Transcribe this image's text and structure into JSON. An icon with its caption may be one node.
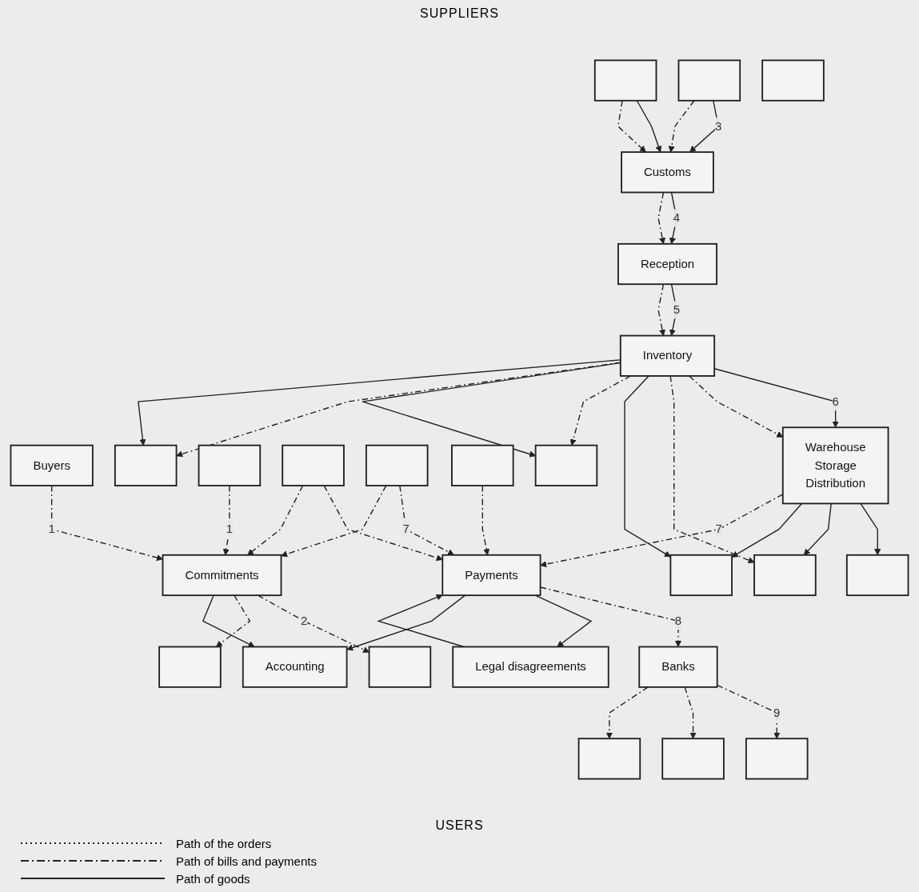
{
  "diagram": {
    "nodes": [
      {
        "text": [],
        "shape": "box"
      },
      {
        "text": [],
        "shape": "box"
      },
      {
        "text": [],
        "shape": "box"
      },
      {
        "text": [],
        "shape": "box"
      },
      {
        "text": [],
        "shape": "box"
      },
      {
        "text": [],
        "shape": "box"
      },
      {
        "text": [],
        "shape": "box"
      },
      {
        "text": [],
        "shape": "box"
      },
      {
        "text": [
          "Customs"
        ]
      },
      {
        "text": [
          "Reception"
        ]
      },
      {
        "text": [
          "Inventory"
        ]
      },
      {
        "text": [
          "Banks"
        ]
      },
      {
        "text": [
          "Legal disagreements"
        ]
      },
      {
        "text": [
          "Payments"
        ]
      },
      {
        "text": [
          "Accounting"
        ]
      },
      {
        "text": [
          "Commitments"
        ]
      },
      {
        "text": [
          "Buyers"
        ]
      },
      {
        "text": [
          "Warehouse",
          "Storage",
          "Distribution"
        ]
      },
      {
        "text": [],
        "shape": "box"
      },
      {
        "text": [],
        "shape": "box"
      },
      {
        "text": [],
        "shape": "box"
      },
      {
        "text": [],
        "shape": "box"
      },
      {
        "text": [],
        "shape": "box"
      },
      {
        "text": [],
        "shape": "box"
      },
      {
        "text": [],
        "shape": "box"
      },
      {
        "text": [],
        "shape": "box"
      },
      {
        "text": [],
        "shape": "box"
      }
    ],
    "edges": [
      {
        "from": 5,
        "to": 8,
        "arrow": "to",
        "label": "3"
      },
      {
        "from": 5,
        "to": 8,
        "arrow": "to",
        "style": "dashed"
      },
      {
        "from": 6,
        "to": 8,
        "arrow": "to"
      },
      {
        "from": 6,
        "to": 8,
        "arrow": "to",
        "style": "dashed"
      },
      {
        "from": 8,
        "to": 9,
        "arrow": "to",
        "label": "4"
      },
      {
        "from": 8,
        "to": 9,
        "arrow": "to",
        "style": "dashed"
      },
      {
        "from": 9,
        "to": 10,
        "arrow": "to",
        "label": "5"
      },
      {
        "from": 9,
        "to": 10,
        "arrow": "to",
        "style": "dashed"
      },
      {
        "from": 10,
        "to": 17,
        "arrow": "to",
        "label": "6"
      },
      {
        "from": 10,
        "to": 17,
        "arrow": "to",
        "style": "dashed"
      },
      {
        "from": 10,
        "to": 23,
        "arrow": "to",
        "style": "dashed"
      },
      {
        "from": 10,
        "to": 24,
        "arrow": "to"
      },
      {
        "from": 10,
        "to": 25,
        "arrow": "to",
        "style": "dashed"
      },
      {
        "from": 10,
        "to": 25,
        "arrow": "to"
      },
      {
        "from": 10,
        "to": 26,
        "arrow": "to",
        "style": "dashed"
      },
      {
        "from": 10,
        "to": 26,
        "arrow": "to"
      },
      {
        "from": 17,
        "to": 22,
        "arrow": "to"
      },
      {
        "from": 17,
        "to": 23,
        "arrow": "to"
      },
      {
        "from": 17,
        "to": 24,
        "arrow": "to"
      },
      {
        "from": 17,
        "to": 13,
        "arrow": "to",
        "style": "dashed",
        "label": "7"
      },
      {
        "from": 16,
        "to": 15,
        "arrow": "to",
        "style": "dashed",
        "label": "1"
      },
      {
        "from": 19,
        "to": 13,
        "arrow": "to",
        "style": "dashed"
      },
      {
        "from": 20,
        "to": 13,
        "arrow": "to",
        "style": "dashed",
        "label": "7"
      },
      {
        "from": 21,
        "to": 13,
        "arrow": "to",
        "style": "dashed"
      },
      {
        "from": 18,
        "to": 15,
        "arrow": "to",
        "style": "dashed",
        "label": "1"
      },
      {
        "from": 19,
        "to": 15,
        "arrow": "to",
        "style": "dashed"
      },
      {
        "from": 20,
        "to": 15,
        "arrow": "to",
        "style": "dashed"
      },
      {
        "from": 15,
        "to": 0,
        "arrow": "to",
        "style": "dashed",
        "label": "2"
      },
      {
        "from": 15,
        "to": 1,
        "arrow": "to",
        "style": "dashed"
      },
      {
        "from": 13,
        "to": 11,
        "arrow": "to",
        "style": "dashed",
        "label": "8"
      },
      {
        "from": 11,
        "to": 2,
        "arrow": "to",
        "style": "dashed",
        "label": "9"
      },
      {
        "from": 11,
        "to": 3,
        "arrow": "to",
        "style": "dashed"
      },
      {
        "from": 11,
        "to": 4,
        "arrow": "to",
        "style": "dashed"
      },
      {
        "from": 13,
        "to": 12,
        "arrow": "to"
      },
      {
        "from": 12,
        "to": 13,
        "arrow": "to"
      },
      {
        "from": 13,
        "to": 14,
        "arrow": "to"
      },
      {
        "from": 15,
        "to": 14,
        "arrow": "to"
      }
    ],
    "labels": [
      "SUPPLIERS",
      "USERS"
    ],
    "legend": [
      {
        "text": "Path of the orders"
      },
      {
        "text": "Path of bills and payments"
      },
      {
        "text": "Path of goods"
      }
    ]
  }
}
